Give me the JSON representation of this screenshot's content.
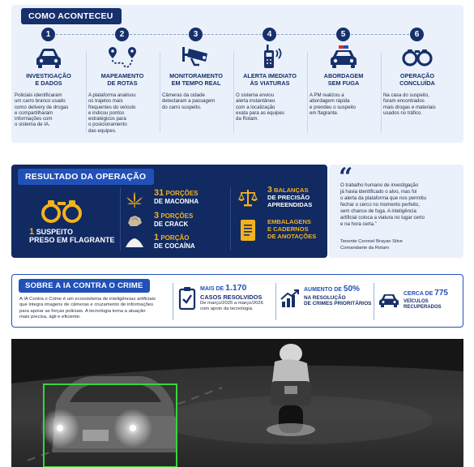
{
  "how": {
    "title": "COMO ACONTECEU",
    "steps": [
      {
        "num": "1",
        "icon": "car-icon",
        "title_1": "INVESTIGAÇÃO",
        "title_2": "E DADOS",
        "text": [
          "Policiais identificaram",
          "um carro branco usado",
          "como delivery de drogas",
          "e compartilharam",
          "informações com",
          "o sistema de IA."
        ]
      },
      {
        "num": "2",
        "icon": "route-map-icon",
        "title_1": "MAPEAMENTO",
        "title_2": "DE ROTAS",
        "text": [
          "A plataforma analisou",
          "os trajetos mais",
          "frequentes do veículo",
          "e indicou pontos",
          "estratégicos para",
          "o posicionamento",
          "das equipes."
        ]
      },
      {
        "num": "3",
        "icon": "security-camera-icon",
        "title_1": "MONITORAMENTO",
        "title_2": "EM TEMPO REAL",
        "text": [
          "Câmeras da cidade",
          "detectaram a passagem",
          "do carro suspeito."
        ]
      },
      {
        "num": "4",
        "icon": "radio-alert-icon",
        "title_1": "ALERTA IMEDIATO",
        "title_2": "ÀS VIATURAS",
        "text": [
          "O sistema enviou",
          "alerta instantâneo",
          "com a localização",
          "exata para as equipes",
          "da Rotam."
        ]
      },
      {
        "num": "5",
        "icon": "police-car-icon",
        "title_1": "ABORDAGEM",
        "title_2": "SEM FUGA",
        "text": [
          "A PM realizou a",
          "abordagem rápida",
          "e prendeu o suspeito",
          "em flagrante."
        ]
      },
      {
        "num": "6",
        "icon": "handcuffs-icon",
        "title_1": "OPERAÇÃO",
        "title_2": "CONCLUÍDA",
        "text": [
          "Na casa do suspeito,",
          "foram encontrados",
          "mais drogas e materiais",
          "usados no tráfico."
        ]
      }
    ]
  },
  "result": {
    "title": "RESULTADO DA OPERAÇÃO",
    "suspect": {
      "count": "1",
      "label_1": "SUSPEITO",
      "label_2": "PRESO EM FLAGRANTE"
    },
    "drugs": [
      {
        "amount": "31",
        "unit": "PORÇÕES",
        "line2": "DE MACONHA",
        "icon": "cannabis-leaf-icon"
      },
      {
        "amount": "3",
        "unit": "PORÇÕES",
        "line2": "DE CRACK",
        "icon": "crack-rock-icon"
      },
      {
        "amount": "1",
        "unit": "PORÇÃO",
        "line2": "DE COCAÍNA",
        "icon": "cocaine-powder-icon"
      }
    ],
    "scales": {
      "amount": "3",
      "unit": "BALANÇAS",
      "line2": "DE PRECISÃO",
      "line3": "APREENDIDAS"
    },
    "packaging": {
      "line1": "EMBALAGENS",
      "line2": "E CADERNOS",
      "line3": "DE ANOTAÇÕES"
    }
  },
  "quote": {
    "mark": "“",
    "lines": [
      "O trabalho humano de investigação",
      "já havia identificado o alvo, mas foi",
      "o alerta da plataforma que nos permitiu",
      "fechar o cerco no momento perfeito,",
      "sem chance de fuga. A inteligência",
      "artificial coloca a viatura no lugar certo",
      "e na hora certa.”"
    ],
    "author": "Tenente Coronel Brayan Stive",
    "role": "Comandante da Rotam"
  },
  "ia": {
    "title": "SOBRE A IA CONTRA O CRIME",
    "text": [
      "A IA Contra o Crime é um ecossistema de inteligências artificiais",
      "que integra imagens de câmeras e cruzamento de informações",
      "para apoiar as forças policiais. A tecnologia torna a atuação",
      "mais precisa, ágil e eficiente."
    ],
    "stats": [
      {
        "icon": "clipboard-check-icon",
        "prefix": "MAIS DE",
        "value": "1.170",
        "label": "CASOS RESOLVIDOS",
        "detail_1": "De março/2025 a março/2026",
        "detail_2": "com apoio da tecnologia."
      },
      {
        "icon": "growth-chart-icon",
        "prefix": "AUMENTO DE",
        "value": "50%",
        "label_1": "NA RESOLUÇÃO",
        "label_2": "DE CRIMES PRIORITÁRIOS"
      },
      {
        "icon": "recovered-car-icon",
        "prefix": "CERCA DE",
        "value": "775",
        "label": "VEÍCULOS RECUPERADOS"
      }
    ]
  },
  "colors": {
    "navy": "#17306b",
    "blue": "#2151b8",
    "gold": "#f3b21c",
    "light_panel": "#eaf1fb",
    "detection_box": "#3cd23c"
  }
}
